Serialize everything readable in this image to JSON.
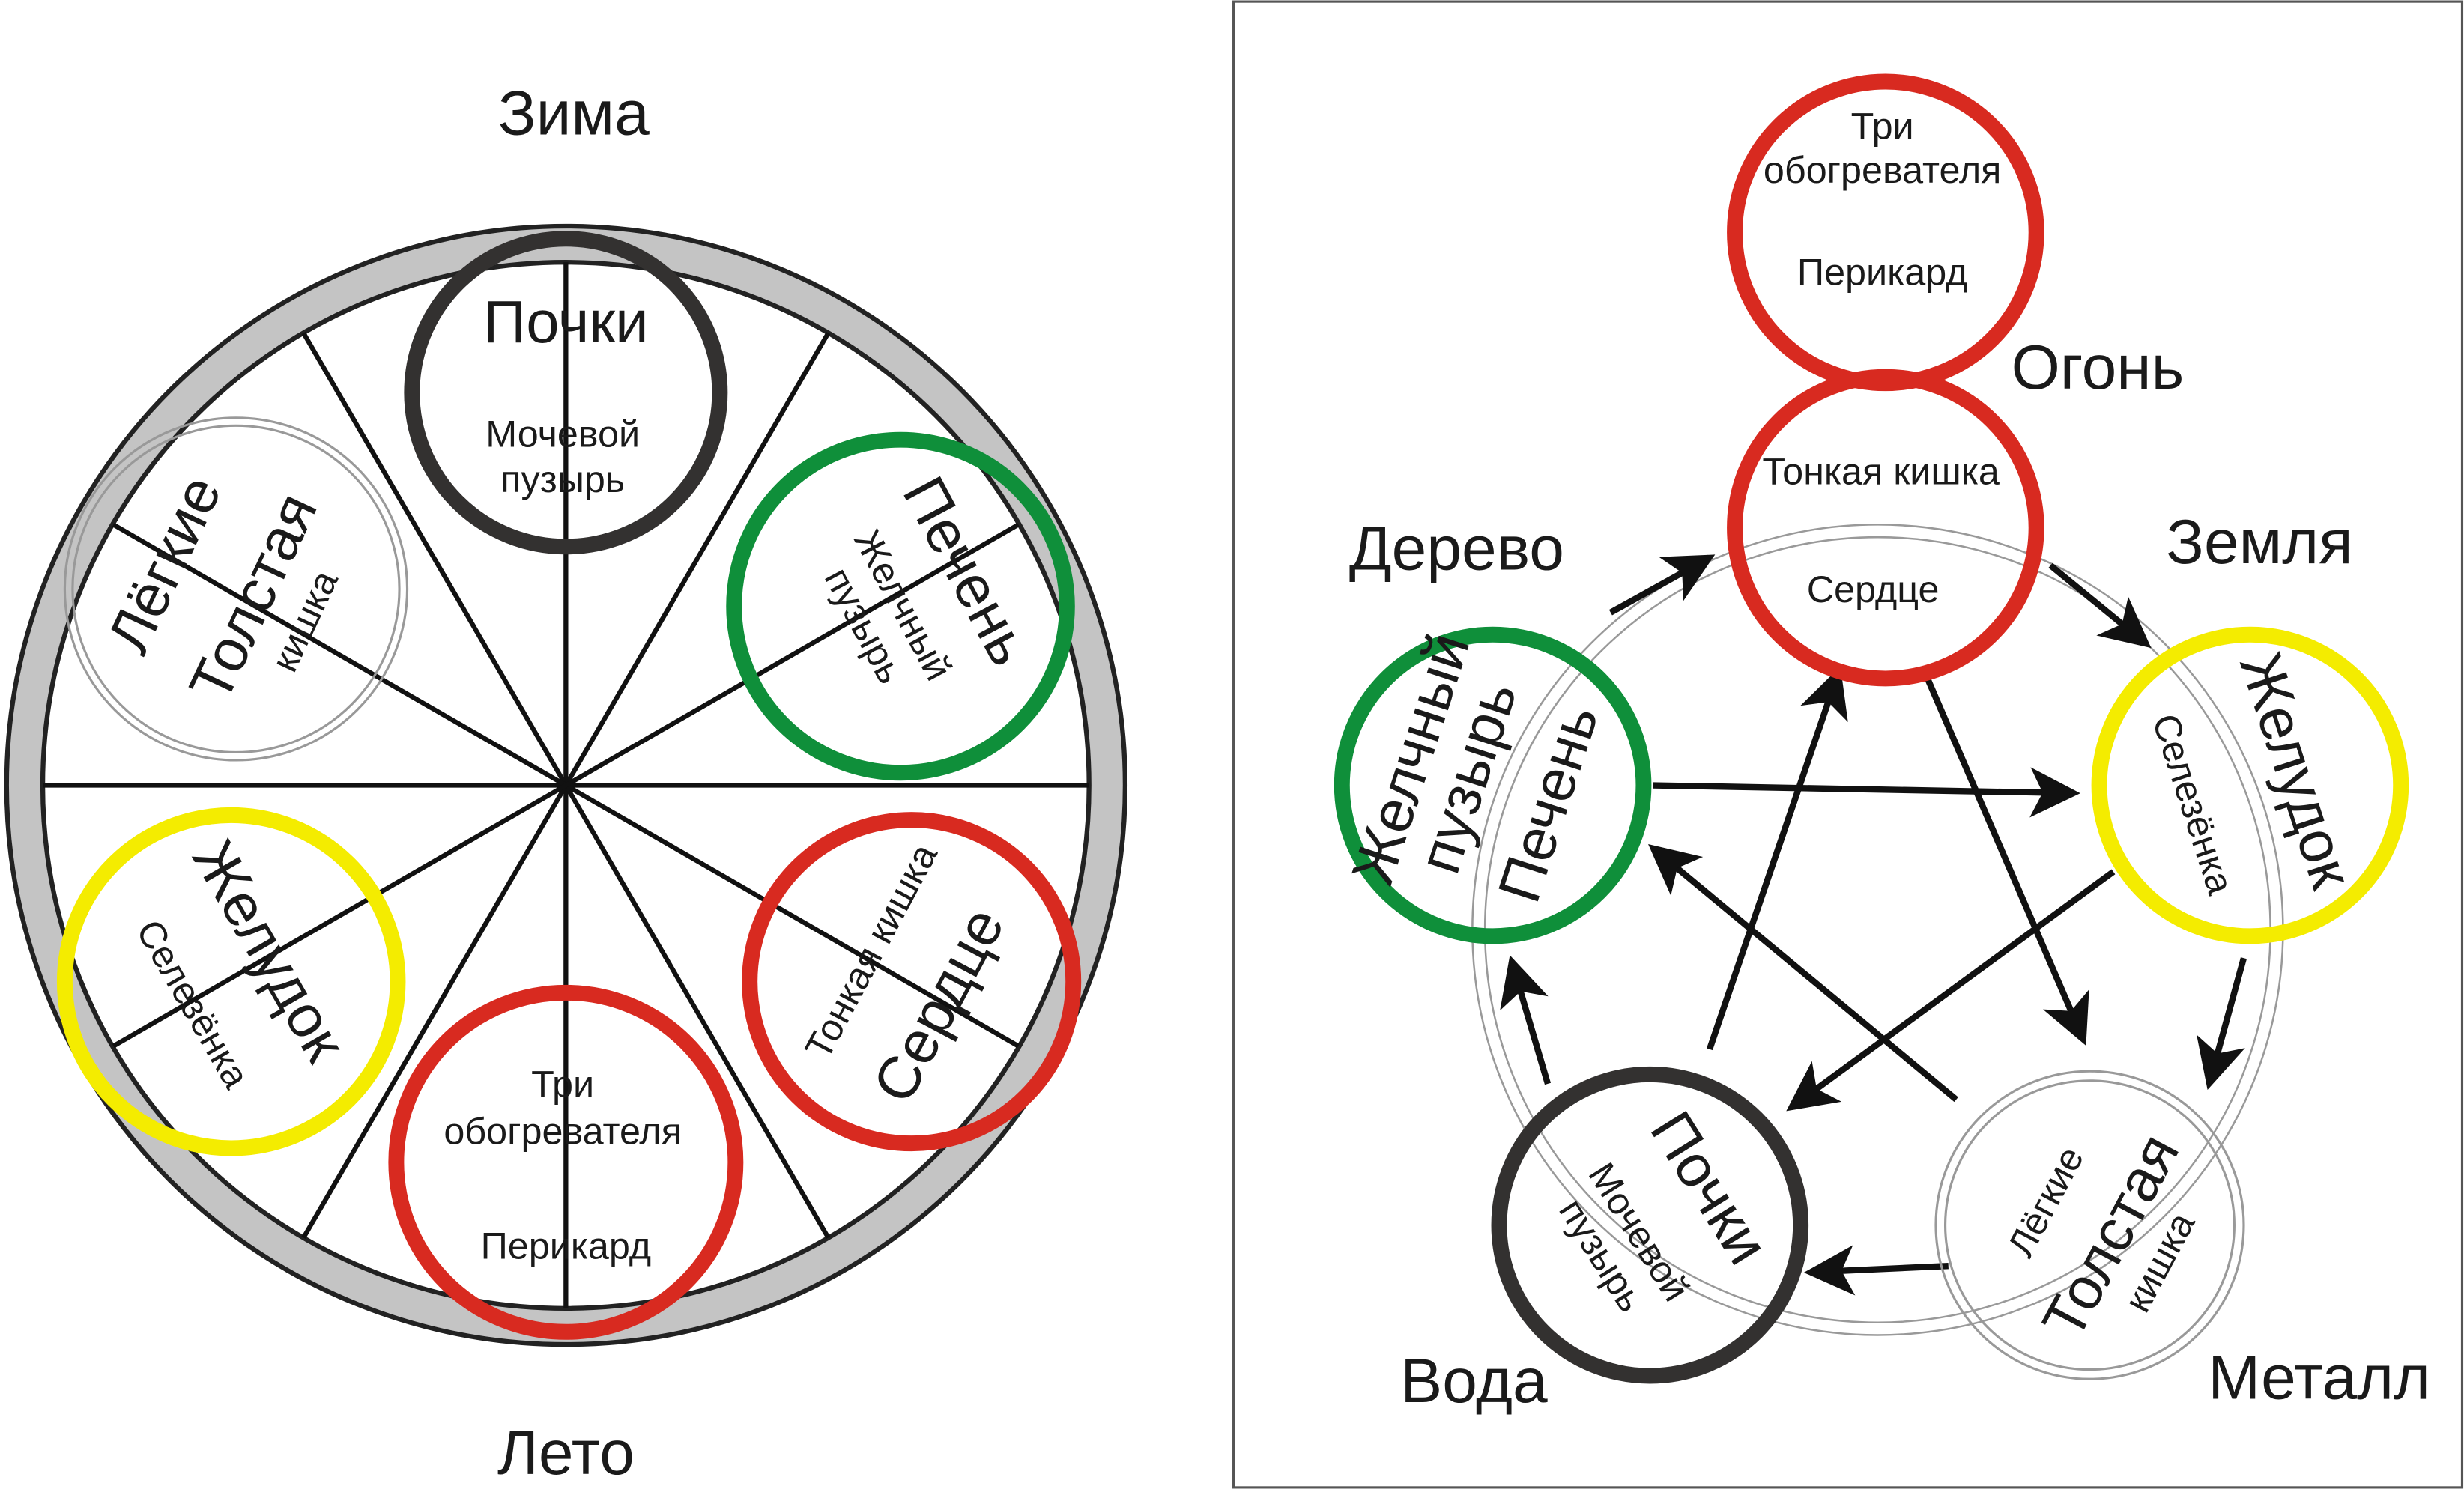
{
  "colors": {
    "fire": "#d82a20",
    "wood": "#0f8f3a",
    "earth": "#f4ec00",
    "water": "#333130",
    "metal": "#a0a0a0",
    "ring": "#c4c4c4"
  },
  "left_wheel": {
    "top_label": "Зима",
    "bottom_label": "Лето",
    "organs": {
      "kidneys": {
        "main": "Почки",
        "pair": [
          "Мочевой",
          "пузырь"
        ]
      },
      "lungs": {
        "main": "Лёгкие",
        "pair": [
          "Толстая",
          "кишка"
        ]
      },
      "liver": {
        "main": "Печень",
        "pair": [
          "Желчный",
          "пузырь"
        ]
      },
      "stomach": {
        "main": "Желудок",
        "pair": "Селезёнка"
      },
      "heart": {
        "main": "Сердце",
        "pair": "Тонкая кишка"
      },
      "pericardium": {
        "main": "Перикард",
        "pair": [
          "Три",
          "обогревателя"
        ]
      }
    }
  },
  "right_cycle": {
    "elements": {
      "fire": "Огонь",
      "wood": "Дерево",
      "earth": "Земля",
      "water": "Вода",
      "metal": "Металл"
    },
    "organs": {
      "triple_heater": {
        "lines": [
          "Три",
          "обогревателя"
        ],
        "pair": "Перикард"
      },
      "heart": {
        "top": "Тонкая кишка",
        "bottom": "Сердце"
      },
      "liver": {
        "outer": [
          "Желчный",
          "пузырь"
        ],
        "inner": "Печень"
      },
      "stomach": {
        "outer": "Желудок",
        "inner": "Селезёнка"
      },
      "kidneys": {
        "outer": "Почки",
        "inner": [
          "Мочевой",
          "пузырь"
        ]
      },
      "lungs": {
        "inner": "Лёгкие",
        "outer": [
          "Толстая",
          "кишка"
        ]
      }
    }
  }
}
